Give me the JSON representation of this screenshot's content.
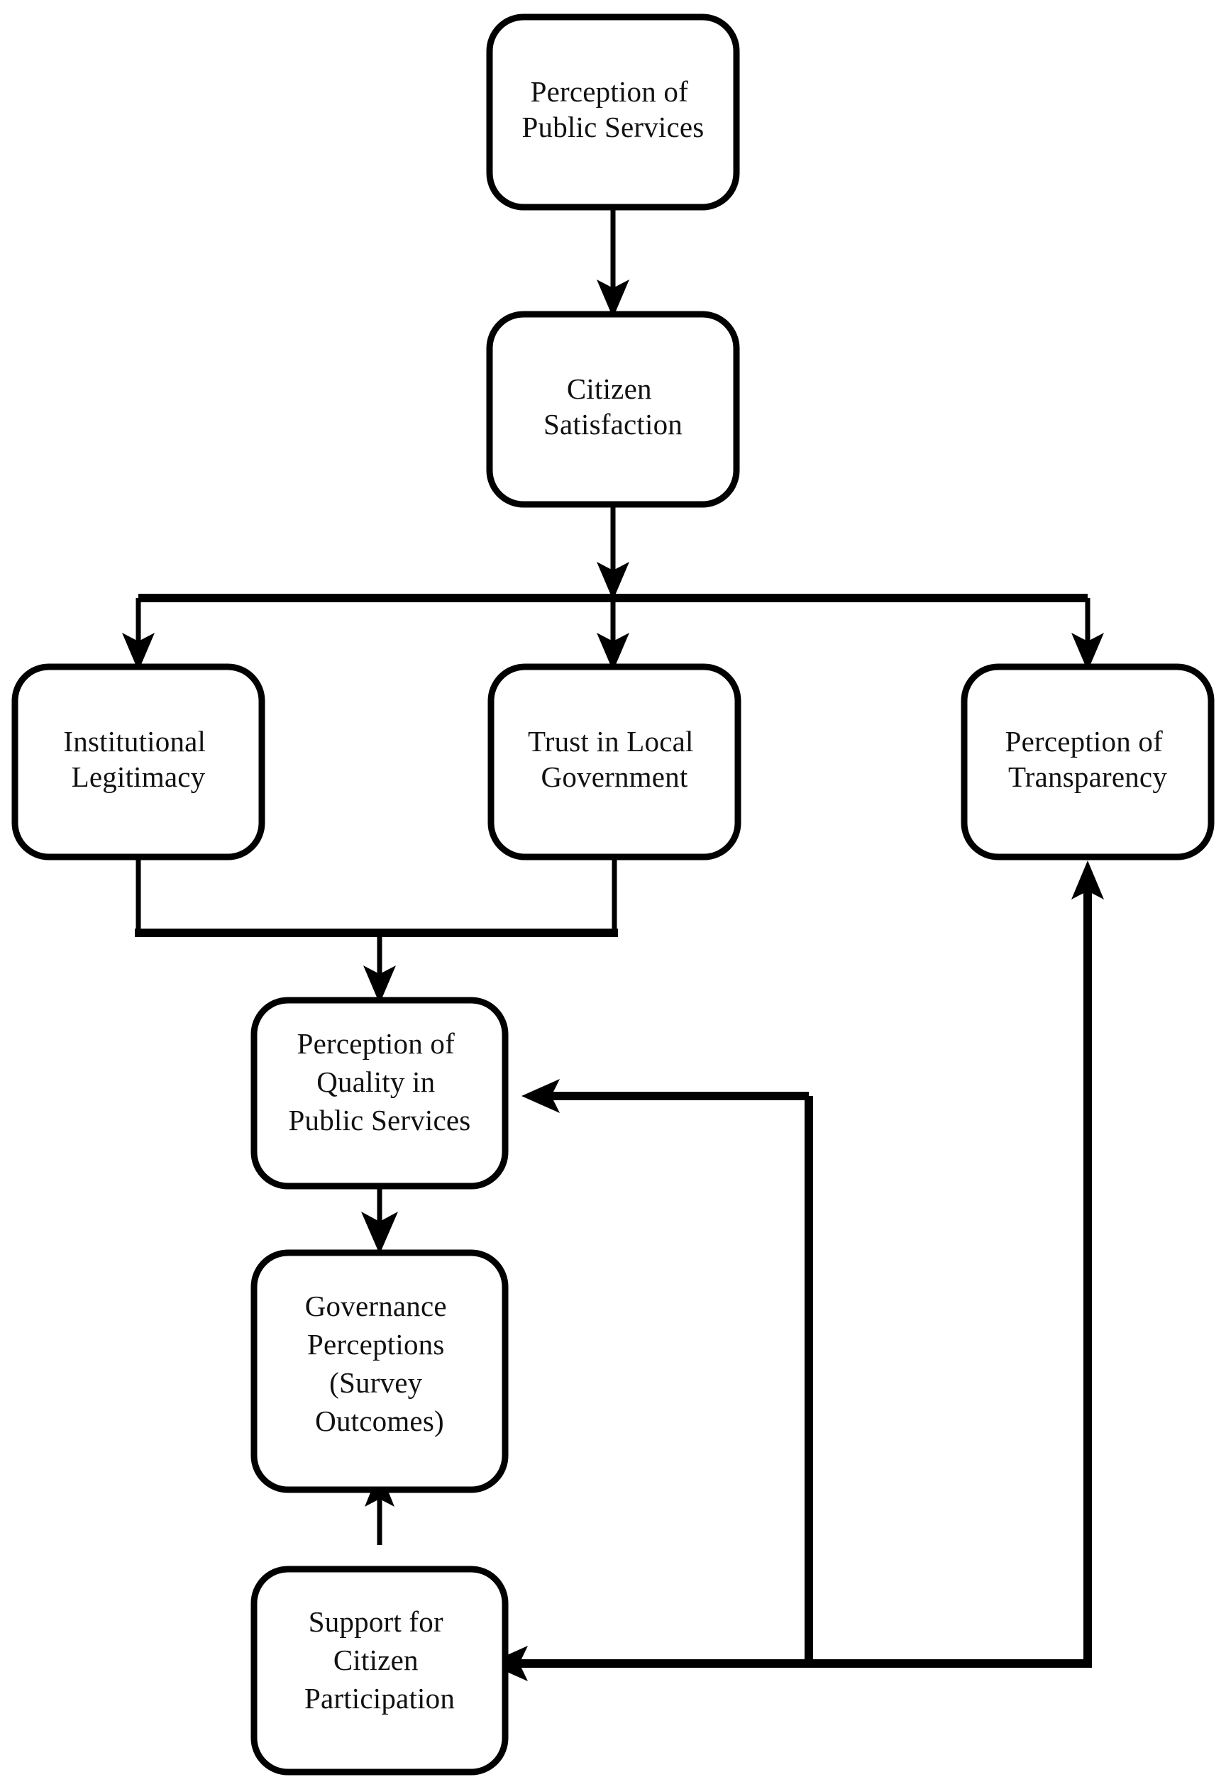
{
  "diagram": {
    "title": "Governance Perceptions Flowchart",
    "type": "flowchart",
    "background_color": "#ffffff",
    "line_color": "#000000",
    "text_color": "#111111",
    "nodes": [
      {
        "id": "perception-public-services",
        "lines": [
          "Perception of",
          "Public Services"
        ],
        "line1": "Perception of",
        "line2": "Public Services",
        "line3": "",
        "line4": ""
      },
      {
        "id": "citizen-satisfaction",
        "lines": [
          "Citizen",
          "Satisfaction"
        ],
        "line1": "Citizen",
        "line2": "Satisfaction",
        "line3": "",
        "line4": ""
      },
      {
        "id": "institutional-legitimacy",
        "lines": [
          "Institutional",
          "Legitimacy"
        ],
        "line1": "Institutional",
        "line2": "Legitimacy",
        "line3": "",
        "line4": ""
      },
      {
        "id": "trust-local-government",
        "lines": [
          "Trust in Local",
          "Government"
        ],
        "line1": "Trust in Local",
        "line2": "Government",
        "line3": "",
        "line4": ""
      },
      {
        "id": "perception-transparency",
        "lines": [
          "Perception of",
          "Transparency"
        ],
        "line1": "Perception of",
        "line2": "Transparency",
        "line3": "",
        "line4": ""
      },
      {
        "id": "perception-quality-public-services",
        "lines": [
          "Perception of",
          "Quality in",
          "Public Services"
        ],
        "line1": "Perception of",
        "line2": "Quality in",
        "line3": "Public Services",
        "line4": ""
      },
      {
        "id": "governance-perceptions",
        "lines": [
          "Governance",
          "Perceptions",
          "(Survey",
          "Outcomes)"
        ],
        "line1": "Governance",
        "line2": "Perceptions",
        "line3": "(Survey",
        "line4": "Outcomes)"
      },
      {
        "id": "support-citizen-participation",
        "lines": [
          "Support for",
          "Citizen",
          "Participation"
        ],
        "line1": "Support for",
        "line2": "Citizen",
        "line3": "Participation",
        "line4": ""
      }
    ],
    "edges": [
      {
        "from": "perception-public-services",
        "to": "citizen-satisfaction",
        "style": "straight-down"
      },
      {
        "from": "citizen-satisfaction",
        "to": "institutional-legitimacy",
        "style": "bus-split-left"
      },
      {
        "from": "citizen-satisfaction",
        "to": "trust-local-government",
        "style": "bus-split-center"
      },
      {
        "from": "citizen-satisfaction",
        "to": "perception-transparency",
        "style": "bus-split-right"
      },
      {
        "from": "institutional-legitimacy",
        "to": "perception-quality-public-services",
        "style": "bus-merge-left"
      },
      {
        "from": "trust-local-government",
        "to": "perception-quality-public-services",
        "style": "bus-merge-right"
      },
      {
        "from": "perception-quality-public-services",
        "to": "governance-perceptions",
        "style": "straight-down"
      },
      {
        "from": "support-citizen-participation",
        "to": "governance-perceptions",
        "style": "straight-up"
      },
      {
        "from": "support-citizen-participation",
        "to": "perception-quality-public-services",
        "style": "feedback-right-up"
      },
      {
        "from": "perception-transparency",
        "to": "support-citizen-participation",
        "style": "feedback-right-down"
      }
    ]
  }
}
